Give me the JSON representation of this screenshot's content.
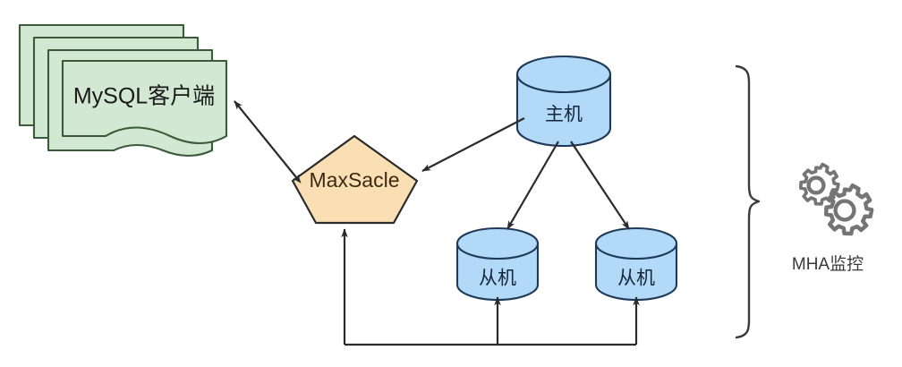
{
  "diagram": {
    "title": "MySQL MaxScale + MHA architecture",
    "background": "#ffffff",
    "stroke": "#333333",
    "colors": {
      "client_fill": "#d2e8d2",
      "client_stroke": "#3a5a3a",
      "proxy_fill": "#fadfb4",
      "proxy_stroke": "#2b2b2b",
      "db_fill": "#b2d9f7",
      "db_stroke": "#1f3a57",
      "brace_stroke": "#3a3a3a",
      "gear_stroke": "#757575",
      "text_dark": "#1a1a1a",
      "text_gray": "#3a3a3a"
    }
  },
  "nodes": {
    "client": {
      "label": "MySQL客户端",
      "shape": "stacked-document",
      "stack_count": 4
    },
    "proxy": {
      "label": "MaxSacle",
      "shape": "pentagon"
    },
    "master": {
      "label": "主机",
      "shape": "cylinder"
    },
    "slave1": {
      "label": "从机",
      "shape": "cylinder"
    },
    "slave2": {
      "label": "从机",
      "shape": "cylinder"
    },
    "monitor": {
      "label": "MHA监控",
      "icon": "gears-icon",
      "bracket": "right-curly-brace"
    }
  },
  "edges": [
    {
      "id": "client-proxy",
      "from": "client",
      "to": "proxy",
      "arrows": "both"
    },
    {
      "id": "master-proxy",
      "from": "master",
      "to": "proxy",
      "arrows": "to-proxy"
    },
    {
      "id": "master-slave1",
      "from": "master",
      "to": "slave1",
      "arrows": "to-slave"
    },
    {
      "id": "master-slave2",
      "from": "master",
      "to": "slave2",
      "arrows": "to-slave"
    },
    {
      "id": "slave1-bus",
      "from": "bus",
      "to": "slave1",
      "arrows": "to-slave"
    },
    {
      "id": "slave2-bus",
      "from": "bus",
      "to": "slave2",
      "arrows": "to-slave"
    },
    {
      "id": "bus-proxy",
      "from": "bus",
      "to": "proxy",
      "arrows": "to-proxy"
    }
  ]
}
